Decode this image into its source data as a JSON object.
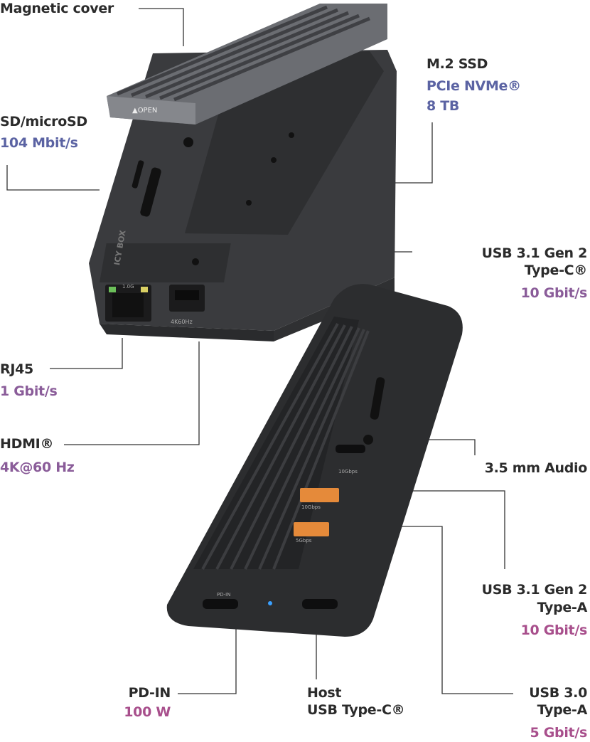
{
  "callouts": {
    "magnetic_cover": {
      "title": "Magnetic cover"
    },
    "sd": {
      "title": "SD/microSD",
      "value": "104 Mbit/s"
    },
    "m2": {
      "title": "M.2 SSD",
      "line2": "PCIe NVMe®",
      "value": "8 TB"
    },
    "usbc_front": {
      "title": "USB 3.1 Gen 2",
      "line2": "Type-C®",
      "value": "10 Gbit/s"
    },
    "rj45": {
      "title": "RJ45",
      "value": "1 Gbit/s"
    },
    "hdmi": {
      "title": "HDMI®",
      "value": "4K@60 Hz"
    },
    "audio": {
      "title": "3.5 mm Audio"
    },
    "usba_gen2": {
      "title": "USB 3.1 Gen 2",
      "line2": "Type-A",
      "value": "10 Gbit/s"
    },
    "usba_30": {
      "title": "USB 3.0",
      "line2": "Type-A",
      "value": "5 Gbit/s"
    },
    "pd_in": {
      "title": "PD-IN",
      "value": "100 W"
    },
    "host": {
      "title": "Host",
      "line2": "USB Type-C®"
    }
  },
  "device_markings": {
    "open": "▲OPEN",
    "rj45_speed": "1.0G",
    "hdmi_mode": "4K60Hz",
    "port_10g": "10Gbps",
    "port_10g_a": "10Gbps",
    "port_5g": "5Gbps",
    "pd_in": "PD-IN",
    "brand": "ICY BOX"
  },
  "colors": {
    "blue": "#5b63a3",
    "purple": "#8a5c99",
    "pink": "#a84f8c",
    "text": "#2b2b2b"
  }
}
